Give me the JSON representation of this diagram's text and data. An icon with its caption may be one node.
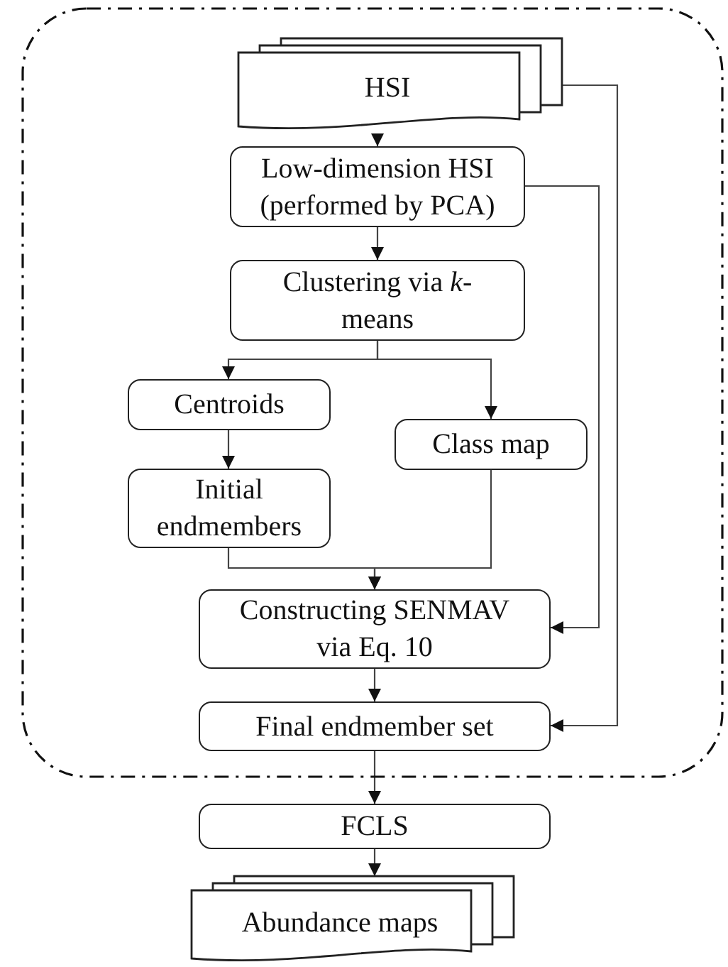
{
  "diagram": {
    "nodes": [
      {
        "text": [],
        "shape": "box"
      },
      {
        "text": [
          "HSI"
        ],
        "in": 0
      },
      {
        "text": [
          "Low-dimension HSI (performed by PCA)"
        ],
        "in": 0
      },
      {
        "text": [
          "Clustering via *k*-means"
        ],
        "in": 0
      },
      {
        "text": [
          "Centroids"
        ],
        "in": 0
      },
      {
        "text": [
          "Class map"
        ],
        "in": 0
      },
      {
        "text": [
          "Initial endmembers"
        ],
        "in": 0
      },
      {
        "text": [
          "Constructing SENMAV via Eq. 10"
        ],
        "in": 0
      },
      {
        "text": [
          "Final endmember set"
        ],
        "in": 0
      },
      {
        "text": [
          "FCLS"
        ]
      },
      {
        "text": [
          "Abundance maps"
        ]
      }
    ],
    "edges": [
      {
        "from": 1,
        "to": 2,
        "arrow": "to"
      },
      {
        "from": 2,
        "to": 3,
        "arrow": "to"
      },
      {
        "from": 3,
        "to": 4,
        "arrow": "to"
      },
      {
        "from": 3,
        "to": 5,
        "arrow": "to"
      },
      {
        "from": 4,
        "to": 6,
        "arrow": "to"
      },
      {
        "from": 6,
        "to": 7,
        "arrow": "to"
      },
      {
        "from": 5,
        "to": 7,
        "arrow": "to"
      },
      {
        "from": 2,
        "to": 7,
        "arrow": "to"
      },
      {
        "from": 1,
        "to": 8,
        "arrow": "to"
      },
      {
        "from": 7,
        "to": 8,
        "arrow": "to"
      },
      {
        "from": 8,
        "to": 9,
        "arrow": "to"
      },
      {
        "from": 9,
        "to": 10,
        "arrow": "to"
      }
    ]
  }
}
